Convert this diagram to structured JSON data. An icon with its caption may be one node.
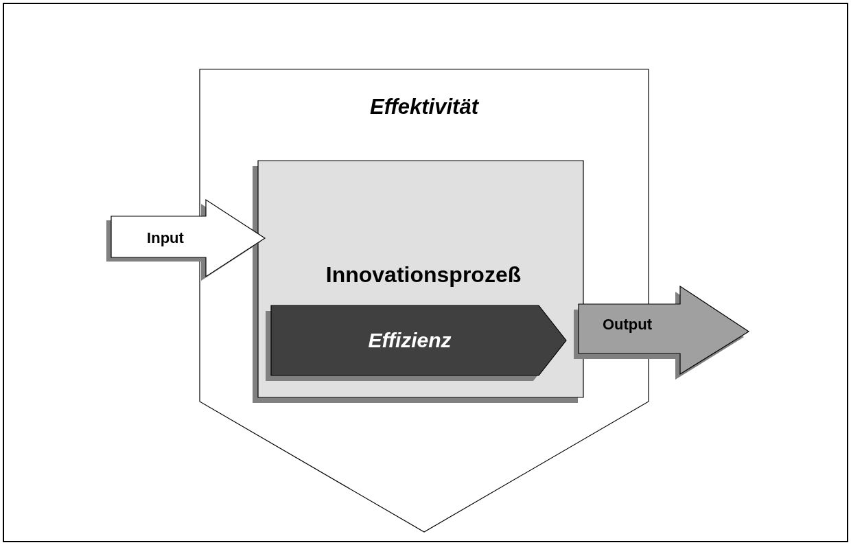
{
  "diagram": {
    "nodes": [
      {
        "text": [
          "Effektivität"
        ]
      },
      {
        "text": [
          "Innovationsprozeß"
        ],
        "in": 0
      },
      {
        "text": [
          "Effizienz"
        ],
        "in": 1
      },
      {
        "text": [
          "Input"
        ]
      },
      {
        "text": [
          "Output"
        ]
      }
    ]
  }
}
